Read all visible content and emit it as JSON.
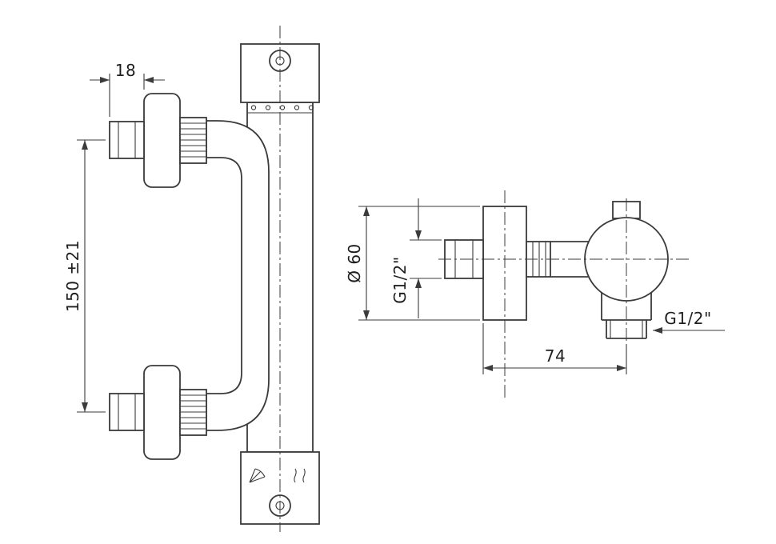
{
  "colors": {
    "line": "#3b3b3b",
    "text": "#1f1f1f",
    "background": "#ffffff"
  },
  "front_view": {
    "dim_nut_width": "18",
    "dim_center_distance": "150 ±21",
    "icons": {
      "left": "spray-pattern-icon",
      "right": "wave-pattern-icon"
    }
  },
  "side_view": {
    "dim_escutcheon_diameter": "Ø 60",
    "dim_inlet_thread": "G1/2\"",
    "dim_wall_to_outlet": "74",
    "dim_outlet_thread": "G1/2\""
  }
}
